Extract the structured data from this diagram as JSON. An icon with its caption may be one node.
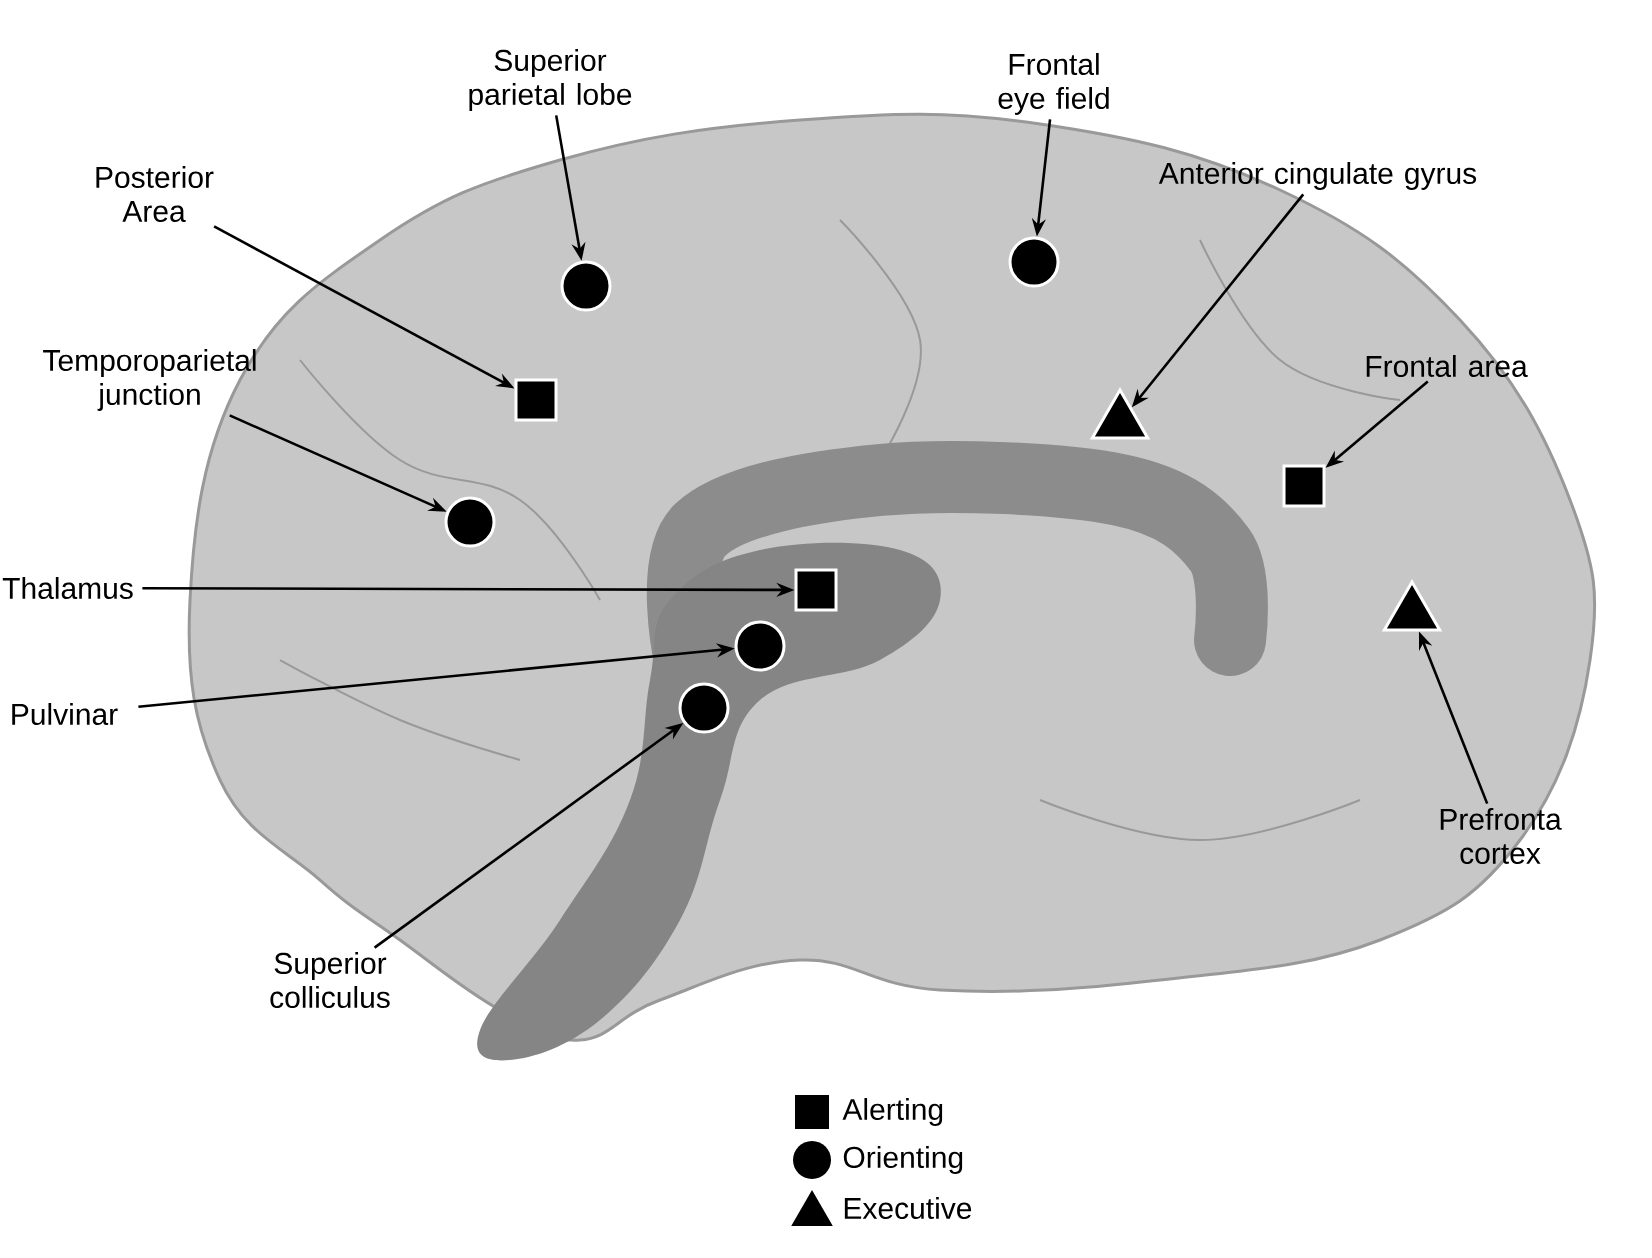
{
  "diagram": {
    "nodes": [
      {
        "text": [
          "Superior parietal lobe"
        ]
      },
      {
        "text": [],
        "shape": "circle"
      },
      {
        "text": [
          "Posterior Area"
        ]
      },
      {
        "text": [],
        "shape": "box"
      },
      {
        "text": [
          "Temporoparietal junction"
        ]
      },
      {
        "text": [],
        "shape": "circle"
      },
      {
        "text": [
          "Frontal eye field"
        ]
      },
      {
        "text": [],
        "shape": "circle"
      },
      {
        "text": [
          "Anterior cingulate gyrus"
        ]
      },
      {
        "text": [],
        "shape": "triangle"
      },
      {
        "text": [
          "Frontal area"
        ]
      },
      {
        "text": [],
        "shape": "box"
      },
      {
        "text": [
          "Thalamus"
        ]
      },
      {
        "text": [],
        "shape": "box"
      },
      {
        "text": [
          "Pulvinar"
        ]
      },
      {
        "text": [],
        "shape": "circle"
      },
      {
        "text": [
          "Prefronta cortex"
        ]
      },
      {
        "text": [],
        "shape": "triangle"
      },
      {
        "text": [
          "Superior colliculus"
        ]
      },
      {
        "text": [],
        "shape": "circle"
      }
    ],
    "edges": [
      {
        "from": 0,
        "to": 1,
        "arrow": "to"
      },
      {
        "from": 2,
        "to": 3,
        "arrow": "to"
      },
      {
        "from": 4,
        "to": 5,
        "arrow": "to"
      },
      {
        "from": 6,
        "to": 7,
        "arrow": "to"
      },
      {
        "from": 8,
        "to": 9,
        "arrow": "to"
      },
      {
        "from": 10,
        "to": 11,
        "arrow": "to"
      },
      {
        "from": 12,
        "to": 13,
        "arrow": "to"
      },
      {
        "from": 14,
        "to": 15,
        "arrow": "to"
      },
      {
        "from": 16,
        "to": 17,
        "arrow": "to"
      },
      {
        "from": 18,
        "to": 19,
        "arrow": "to"
      }
    ],
    "legend": [
      {
        "text": "Alerting"
      },
      {
        "text": "Orienting"
      },
      {
        "text": "Executive"
      }
    ]
  }
}
